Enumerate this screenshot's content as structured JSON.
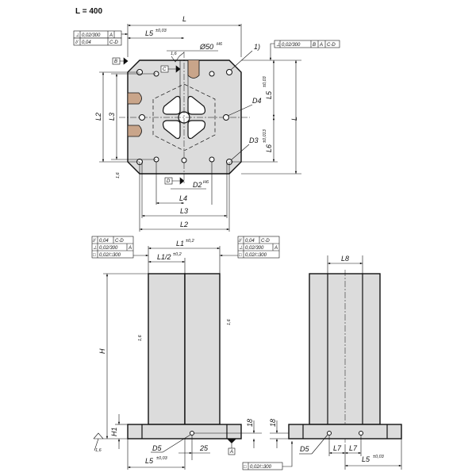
{
  "header": {
    "length_label": "L = 400"
  },
  "top_view": {
    "dims": {
      "L": "L",
      "L5": "L5",
      "L5_tol": "±0,03",
      "d50": "Ø50",
      "d50_fit": "H6",
      "note1": "1)",
      "D4": "D4",
      "D3": "D3",
      "L2": "L2",
      "L3": "L3",
      "L4": "L4",
      "D2": "D2",
      "D2_fit": "H6",
      "L6": "L6",
      "L6_tol": "±0,013",
      "roughness": "1,6"
    },
    "datums": {
      "B": "B",
      "C": "C",
      "D": "D"
    },
    "frame_left": [
      [
        "⊥",
        "0,02/300",
        "A"
      ],
      [
        "//",
        "0,04",
        "C-D"
      ]
    ],
    "frame_right": [
      "⊥",
      "0,02/300",
      "B",
      "A",
      "C-D"
    ]
  },
  "front_view": {
    "dims": {
      "L1": "L1",
      "L1_tol": "±0,2",
      "L1h": "L1/2",
      "L1h_tol": "±0,2",
      "H": "H",
      "H1": "H1",
      "d18": "18",
      "D5": "D5",
      "d25": "25",
      "L5": "L5",
      "L5_tol": "±0,03",
      "roughness": "1,6"
    },
    "datum_A": "A",
    "frame_left": [
      [
        "//",
        "0,04",
        "C-D"
      ],
      [
        "⊥",
        "0,02/300",
        "A"
      ],
      [
        "□",
        "0,02/□300"
      ]
    ],
    "frame_right": [
      [
        "//",
        "0,04",
        "C-D"
      ],
      [
        "⊥",
        "0,02/300",
        "A"
      ],
      [
        "□",
        "0,02/□300"
      ]
    ]
  },
  "side_view": {
    "dims": {
      "L8": "L8",
      "d18": "18",
      "D5": "D5",
      "L7a": "L7",
      "L7b": "L7",
      "L5": "L5",
      "L5_tol": "±0,03"
    },
    "frame_bottom": [
      "□",
      "0,02/□300"
    ]
  }
}
